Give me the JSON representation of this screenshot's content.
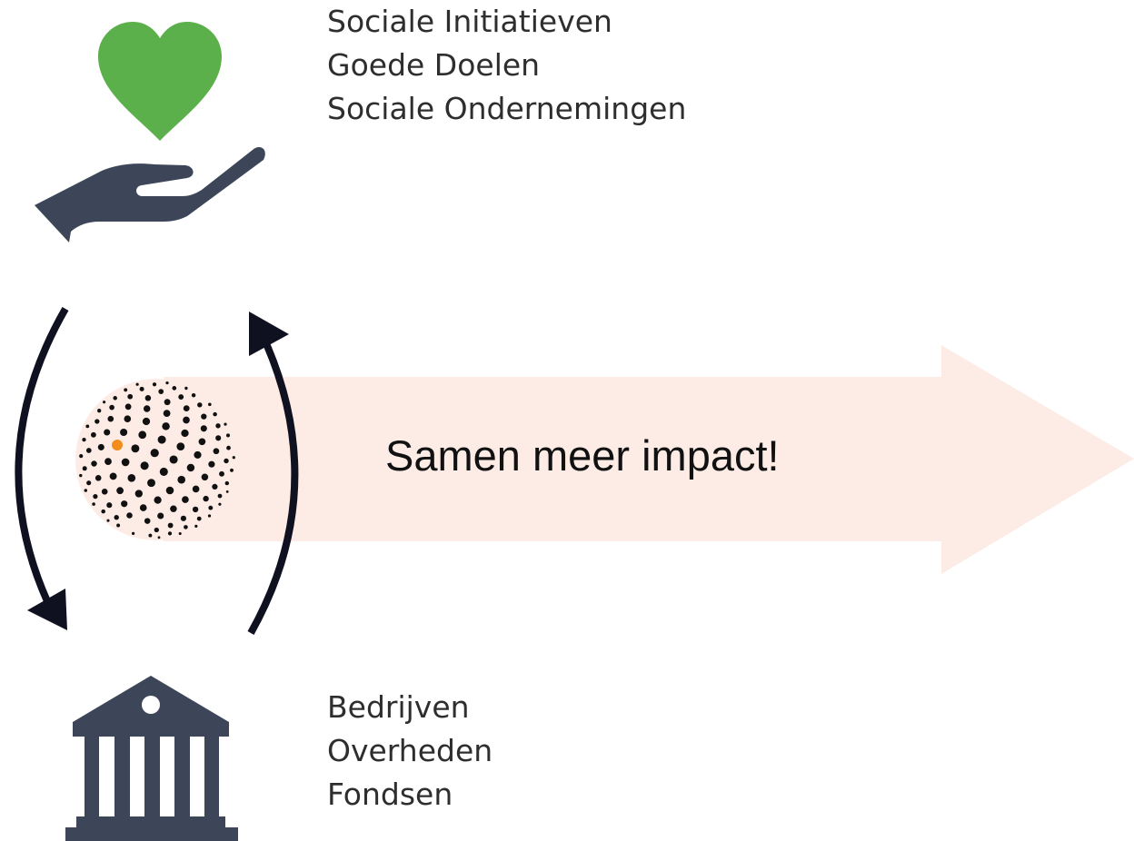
{
  "top_group": {
    "lines": [
      "Sociale Initiatieven",
      "Goede Doelen",
      "Sociale Ondernemingen"
    ],
    "icon": "heart-in-hand-icon"
  },
  "bottom_group": {
    "lines": [
      "Bedrijven",
      "Overheden",
      "Fondsen"
    ],
    "icon": "institution-building-icon"
  },
  "center": {
    "label": "Samen meer impact!",
    "icon": "dotted-globe-logo"
  },
  "colors": {
    "heart": "#5bb04b",
    "icon_dark": "#3d4658",
    "arrow_band": "#fdece6",
    "cycle_arrows": "#0f1020",
    "globe_accent": "#f28c1c"
  }
}
